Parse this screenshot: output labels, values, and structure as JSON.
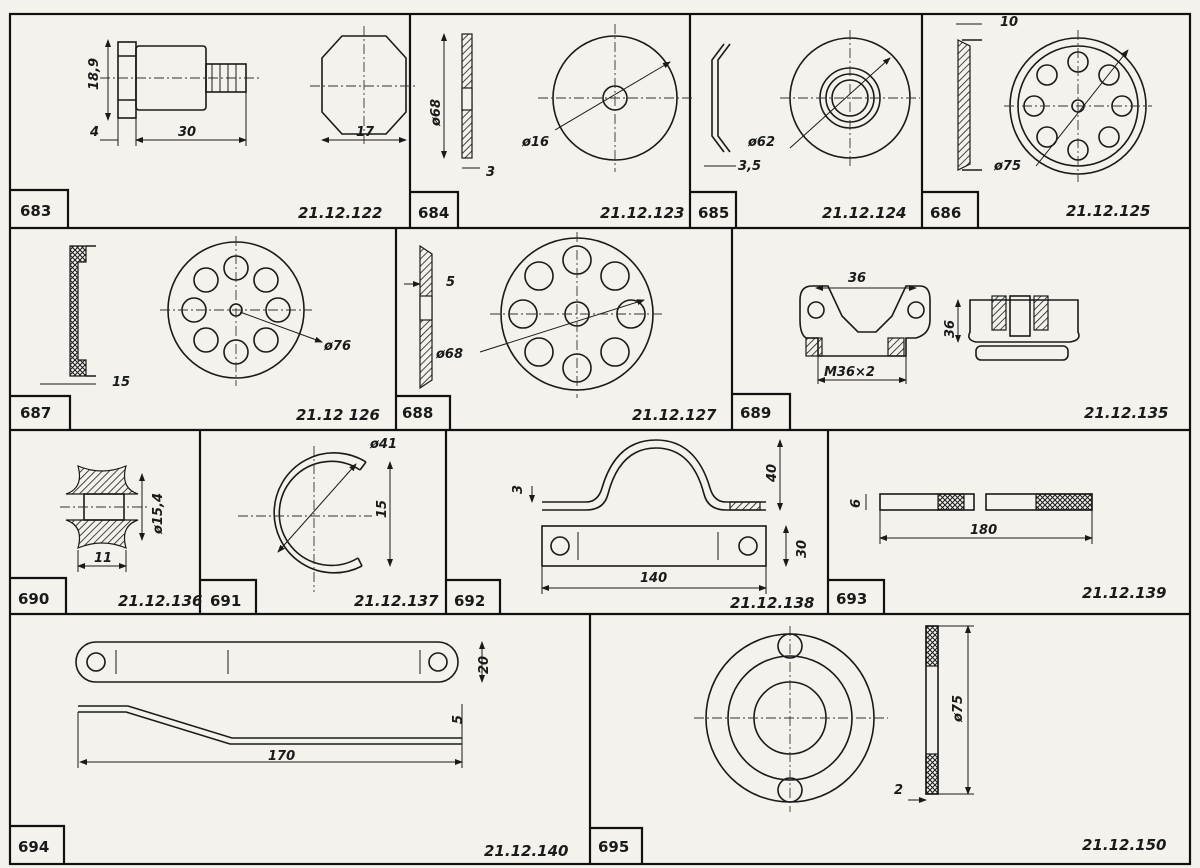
{
  "panels": [
    {
      "number": "683",
      "code": "21.12.122",
      "dims": [
        "18,9",
        "4",
        "30",
        "17"
      ]
    },
    {
      "number": "684",
      "code": "21.12.123",
      "dims": [
        "ø68",
        "3",
        "ø16"
      ]
    },
    {
      "number": "685",
      "code": "21.12.124",
      "dims": [
        "3,5",
        "ø62"
      ]
    },
    {
      "number": "686",
      "code": "21.12.125",
      "dims": [
        "10",
        "ø75"
      ]
    },
    {
      "number": "687",
      "code": "21.12 126",
      "dims": [
        "15",
        "ø76"
      ]
    },
    {
      "number": "688",
      "code": "21.12.127",
      "dims": [
        "5",
        "ø68"
      ]
    },
    {
      "number": "689",
      "code": "21.12.135",
      "dims": [
        "36",
        "M36×2",
        "36"
      ]
    },
    {
      "number": "690",
      "code": "21.12.136",
      "dims": [
        "ø15,4",
        "11"
      ]
    },
    {
      "number": "691",
      "code": "21.12.137",
      "dims": [
        "ø41",
        "15"
      ]
    },
    {
      "number": "692",
      "code": "21.12.138",
      "dims": [
        "3",
        "40",
        "30",
        "140"
      ]
    },
    {
      "number": "693",
      "code": "21.12.139",
      "dims": [
        "6",
        "180"
      ]
    },
    {
      "number": "694",
      "code": "21.12.140",
      "dims": [
        "20",
        "5",
        "170"
      ]
    },
    {
      "number": "695",
      "code": "21.12.150",
      "dims": [
        "ø75",
        "2"
      ]
    }
  ],
  "colors": {
    "paper": "#f4f2ec",
    "ink": "#1a1a1a"
  }
}
